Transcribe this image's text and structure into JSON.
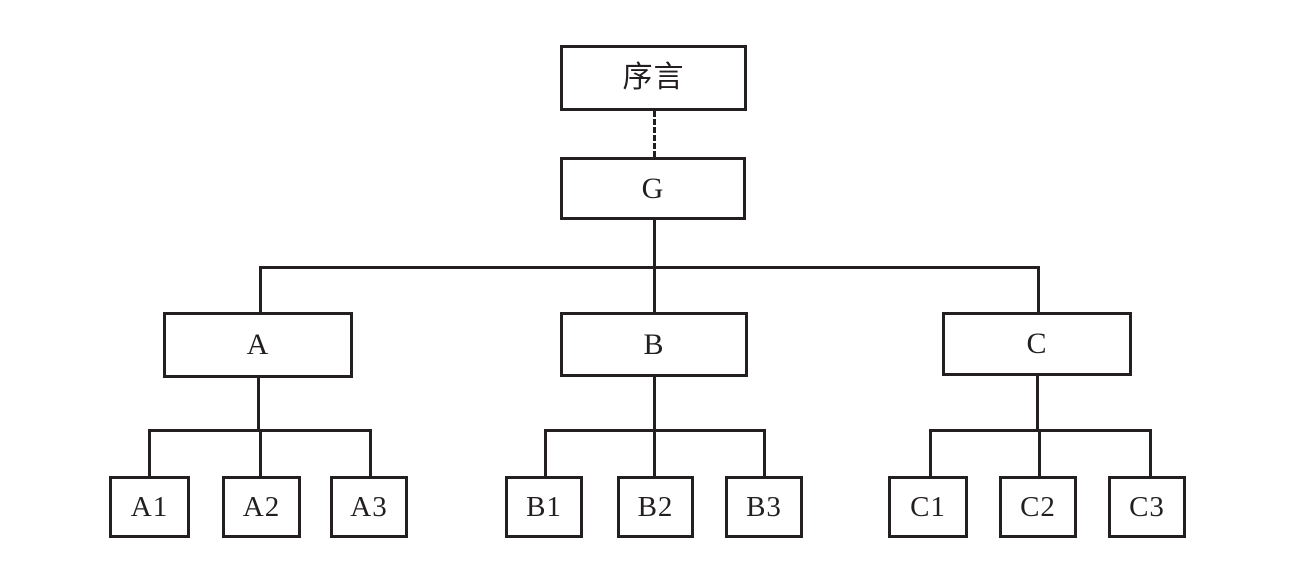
{
  "diagram": {
    "type": "tree",
    "nodes": {
      "preface": {
        "label": "序言"
      },
      "g": {
        "label": "G"
      },
      "branches": [
        {
          "label": "A",
          "children": [
            "A1",
            "A2",
            "A3"
          ]
        },
        {
          "label": "B",
          "children": [
            "B1",
            "B2",
            "B3"
          ]
        },
        {
          "label": "C",
          "children": [
            "C1",
            "C2",
            "C3"
          ]
        }
      ]
    },
    "edges": {
      "preface_to_g_style": "dashed",
      "all_other_edges_style": "solid"
    },
    "colors": {
      "line": "#231f20",
      "background": "#ffffff"
    }
  }
}
